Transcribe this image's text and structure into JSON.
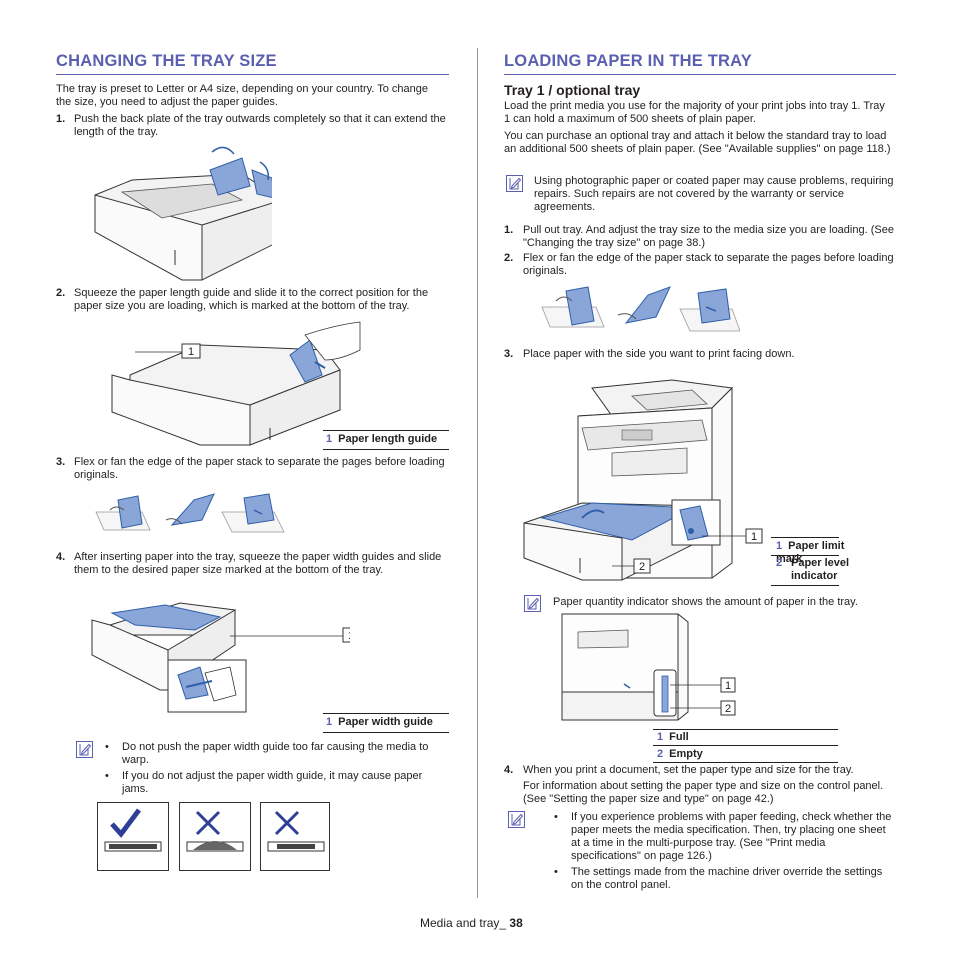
{
  "left": {
    "title": "CHANGING THE TRAY SIZE",
    "intro": "The tray is preset to Letter or A4 size, depending on your country. To change the size, you need to adjust the paper guides.",
    "steps": [
      {
        "num": "1.",
        "text": "Push the back plate of the tray outwards completely so that it can extend the length of the tray."
      },
      {
        "num": "2.",
        "text": "Squeeze the paper length guide and slide it to the correct position for the paper size you are loading, which is marked at the bottom of the tray."
      },
      {
        "num": "3.",
        "text": "Flex or fan the edge of the paper stack to separate the pages before loading originals."
      },
      {
        "num": "4.",
        "text": "After inserting paper into the tray, squeeze the paper width guides and slide them to the desired paper size marked at the bottom of the tray."
      }
    ],
    "fig2_callout": "1",
    "fig2_caption": {
      "num": "1",
      "label": "Paper length guide"
    },
    "fig4_callout": "1",
    "fig4_caption": {
      "num": "1",
      "label": "Paper width guide"
    },
    "note_bullets": [
      "Do not push the paper width guide too far causing the media to warp.",
      "If you do not adjust the paper width guide, it may cause paper jams."
    ]
  },
  "right": {
    "title": "LOADING PAPER IN THE TRAY",
    "subtitle": "Tray 1 / optional tray",
    "para1": "Load the print media you use for the majority of your print jobs into tray 1. Tray 1 can hold a maximum of 500 sheets of plain paper.",
    "para2": "You can purchase an optional tray and attach it below the standard tray to load an additional 500 sheets of plain paper. (See \"Available supplies\" on page 118.)",
    "note1": "Using photographic paper or coated paper may cause problems, requiring repairs. Such repairs are not covered by the warranty or service agreements.",
    "steps": [
      {
        "num": "1.",
        "text": "Pull out tray. And adjust the tray size to the media size you are loading. (See \"Changing the tray size\" on page 38.)"
      },
      {
        "num": "2.",
        "text": "Flex or fan the edge of the paper stack to separate the pages before loading originals."
      },
      {
        "num": "3.",
        "text": "Place paper with the side you want to print facing down."
      },
      {
        "num": "4.",
        "text": "When you print a document, set the paper type and size for the tray."
      }
    ],
    "printer_callouts": [
      "1",
      "2"
    ],
    "printer_captions": [
      {
        "num": "1",
        "label": "Paper limit mark"
      },
      {
        "num": "2",
        "label": "Paper level indicator"
      }
    ],
    "note2": "Paper quantity indicator shows the amount of paper in the tray.",
    "indicator_callouts": [
      "1",
      "2"
    ],
    "indicator_captions": [
      {
        "num": "1",
        "label": "Full"
      },
      {
        "num": "2",
        "label": "Empty"
      }
    ],
    "step4_more": "For information about setting the paper type and size on the control panel. (See \"Setting the paper size and type\" on page 42.)",
    "note3_bullets": [
      "If you experience problems with paper feeding, check whether the paper meets the media specification. Then, try placing one sheet at a time in the multi-purpose tray. (See \"Print media specifications\" on page 126.)",
      "The settings made from the machine driver override the settings on the control panel."
    ]
  },
  "footer": {
    "text": "Media and tray_ ",
    "page": "38"
  },
  "colors": {
    "accent": "#5a5fb0",
    "text": "#231f20",
    "figure_blue": "#2f5fa8"
  }
}
